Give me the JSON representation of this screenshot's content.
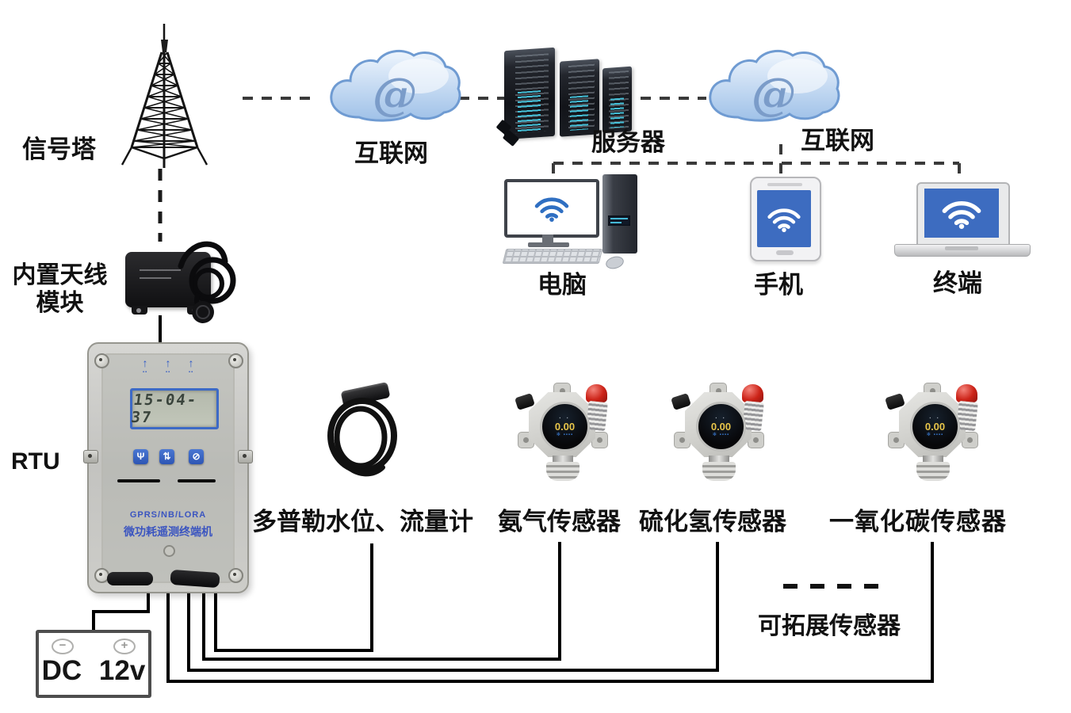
{
  "diagram": {
    "tower_label": "信号塔",
    "internet_left_label": "互联网",
    "server_label": "服务器",
    "internet_right_label": "互联网",
    "computer_label": "电脑",
    "phone_label": "手机",
    "terminal_label": "终端",
    "antenna_module_label_line1": "内置天线",
    "antenna_module_label_line2": "模块",
    "rtu_label": "RTU",
    "flow_meter_label": "多普勒水位、流量计",
    "ammonia_label": "氨气传感器",
    "h2s_label": "硫化氢传感器",
    "co_label": "一氧化碳传感器",
    "expandable_label": "可拓展传感器"
  },
  "rtu_device": {
    "lcd_value": "15-04-37",
    "model_line1": "GPRS/NB/LORA",
    "model_line2": "微功耗遥测终端机",
    "indicator_arrow": "↑",
    "button_glyphs": [
      "Ψ",
      "⇅",
      "⊘"
    ]
  },
  "power": {
    "label": "DC 12v",
    "minus": "−",
    "plus": "+"
  },
  "sensors": {
    "display_value": "0.00"
  },
  "icons": {
    "at_symbol": "@"
  },
  "colors": {
    "cloud_fill_top": "#eef5fd",
    "cloud_fill_bottom": "#9fc1e8",
    "cloud_stroke": "#6f9bd2",
    "wifi_blue": "#2f6fc2",
    "device_screen_blue": "#3d6cc0",
    "rtu_accent_blue": "#3d6ac6",
    "beacon_red": "#cc2318",
    "sensor_value_yellow": "#e6c44a",
    "wire_black": "#000000",
    "dashed_gray": "#3a3a3a"
  }
}
